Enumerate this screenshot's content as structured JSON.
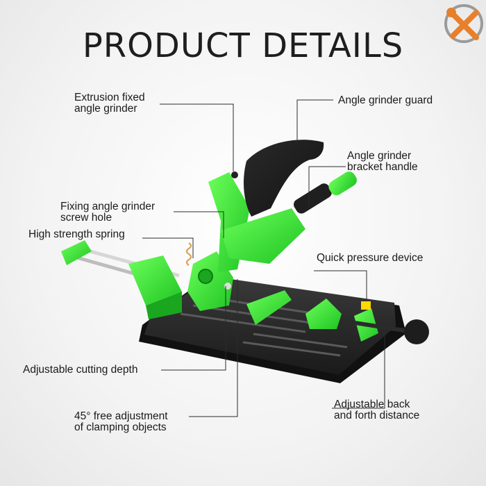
{
  "title": "PRODUCT DETAILS",
  "logo": {
    "icon": "wrench-screwdriver-logo-icon",
    "color": "#e8802b"
  },
  "colors": {
    "accent_green": "#35e23a",
    "base_dark": "#2a2a2a",
    "line": "#2b2b2b"
  },
  "callouts": {
    "extrusion": "Extrusion fixed\nangle grinder",
    "guard": "Angle grinder guard",
    "handle": "Angle grinder\nbracket handle",
    "screw_hole": "Fixing angle grinder\nscrew hole",
    "spring": "High strength spring",
    "quick_pressure": "Quick pressure device",
    "cutting_depth": "Adjustable cutting depth",
    "clamping": "45° free adjustment\nof clamping objects",
    "back_forth": "Adjustable back\nand forth distance"
  }
}
